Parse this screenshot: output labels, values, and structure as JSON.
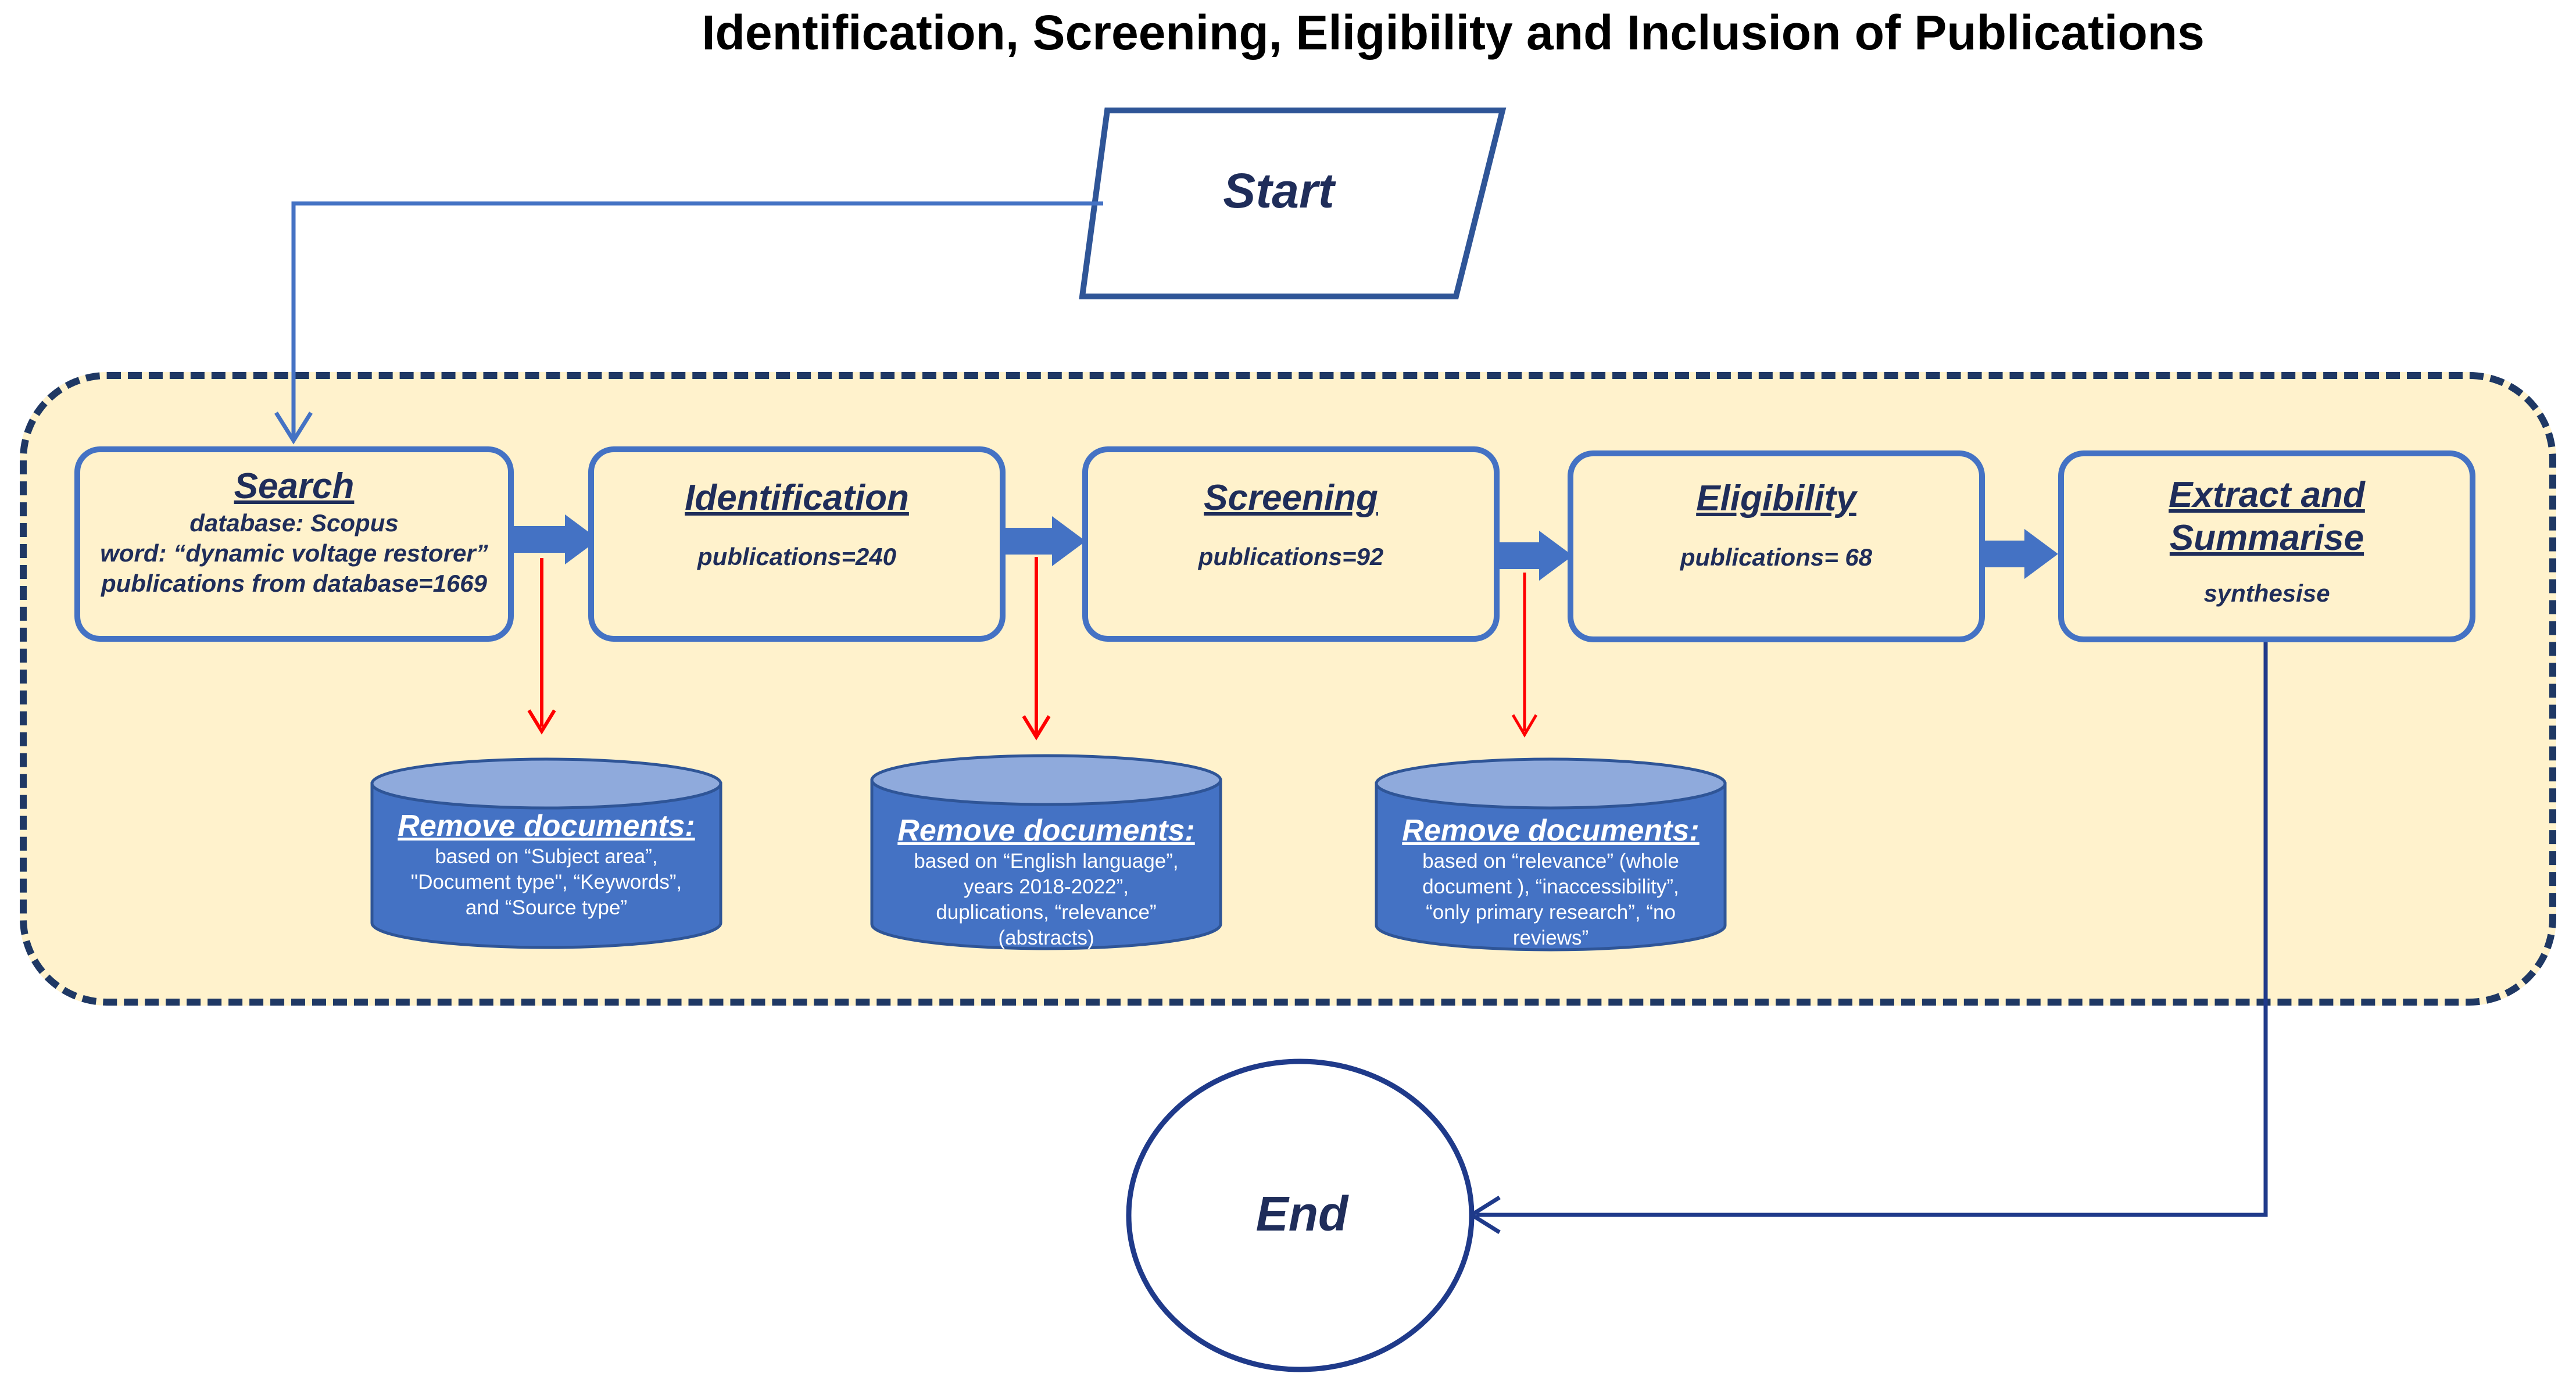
{
  "title": "Identification, Screening, Eligibility and Inclusion of Publications",
  "start": {
    "label": "Start"
  },
  "end": {
    "label": "End"
  },
  "steps": [
    {
      "heading": "Search",
      "lines": [
        "database: Scopus",
        "word: “dynamic voltage restorer”",
        "publications from database=1669"
      ]
    },
    {
      "heading": "Identification",
      "lines": [
        "publications=240"
      ]
    },
    {
      "heading": "Screening",
      "lines": [
        "publications=92"
      ]
    },
    {
      "heading": "Eligibility",
      "lines": [
        "publications= 68"
      ]
    },
    {
      "heading": "Extract and Summarise",
      "heading_lines": [
        "Extract and",
        "Summarise"
      ],
      "lines": [
        "synthesise"
      ]
    }
  ],
  "removals": [
    {
      "heading": "Remove documents:",
      "lines": [
        "based on “Subject area”,",
        "\"Document type\", “Keywords”,",
        "and “Source type”"
      ]
    },
    {
      "heading": "Remove documents:",
      "lines": [
        "based on “English language”,",
        "years 2018-2022”,",
        "duplications, “relevance”",
        "(abstracts)"
      ]
    },
    {
      "heading": "Remove documents:",
      "lines": [
        "based on “relevance” (whole",
        "document ), “inaccessibility”,",
        "“only primary research”,  “no",
        "reviews”"
      ]
    }
  ],
  "colors": {
    "panel_fill": "#fff2cc",
    "panel_border": "#1f3864",
    "box_border": "#4472c4",
    "text_dark": "#1f2d5a",
    "flow_arrow": "#4472c4",
    "remove_arrow": "#ff0000",
    "cylinder_body": "#4472c4",
    "cylinder_top": "#8faadc"
  }
}
